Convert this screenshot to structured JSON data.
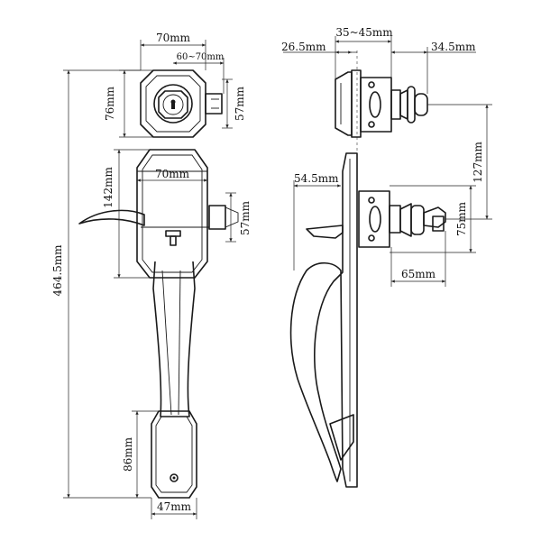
{
  "front_view": {
    "deadbolt_width": "70mm",
    "backset": "60~70mm",
    "deadbolt_height": "76mm",
    "deadbolt_latch_height": "57mm",
    "body_height": "142mm",
    "body_width": "70mm",
    "latch_height": "57mm",
    "total_height": "464.5mm",
    "bottom_plate_height": "86mm",
    "bottom_plate_width": "47mm"
  },
  "side_view": {
    "door_thickness": "35~45mm",
    "deadbolt_exterior_projection": "26.5mm",
    "deadbolt_interior_projection": "34.5mm",
    "center_distance": "127mm",
    "handle_projection": "54.5mm",
    "knob_projection": "65mm",
    "knob_rose_height": "75mm"
  }
}
